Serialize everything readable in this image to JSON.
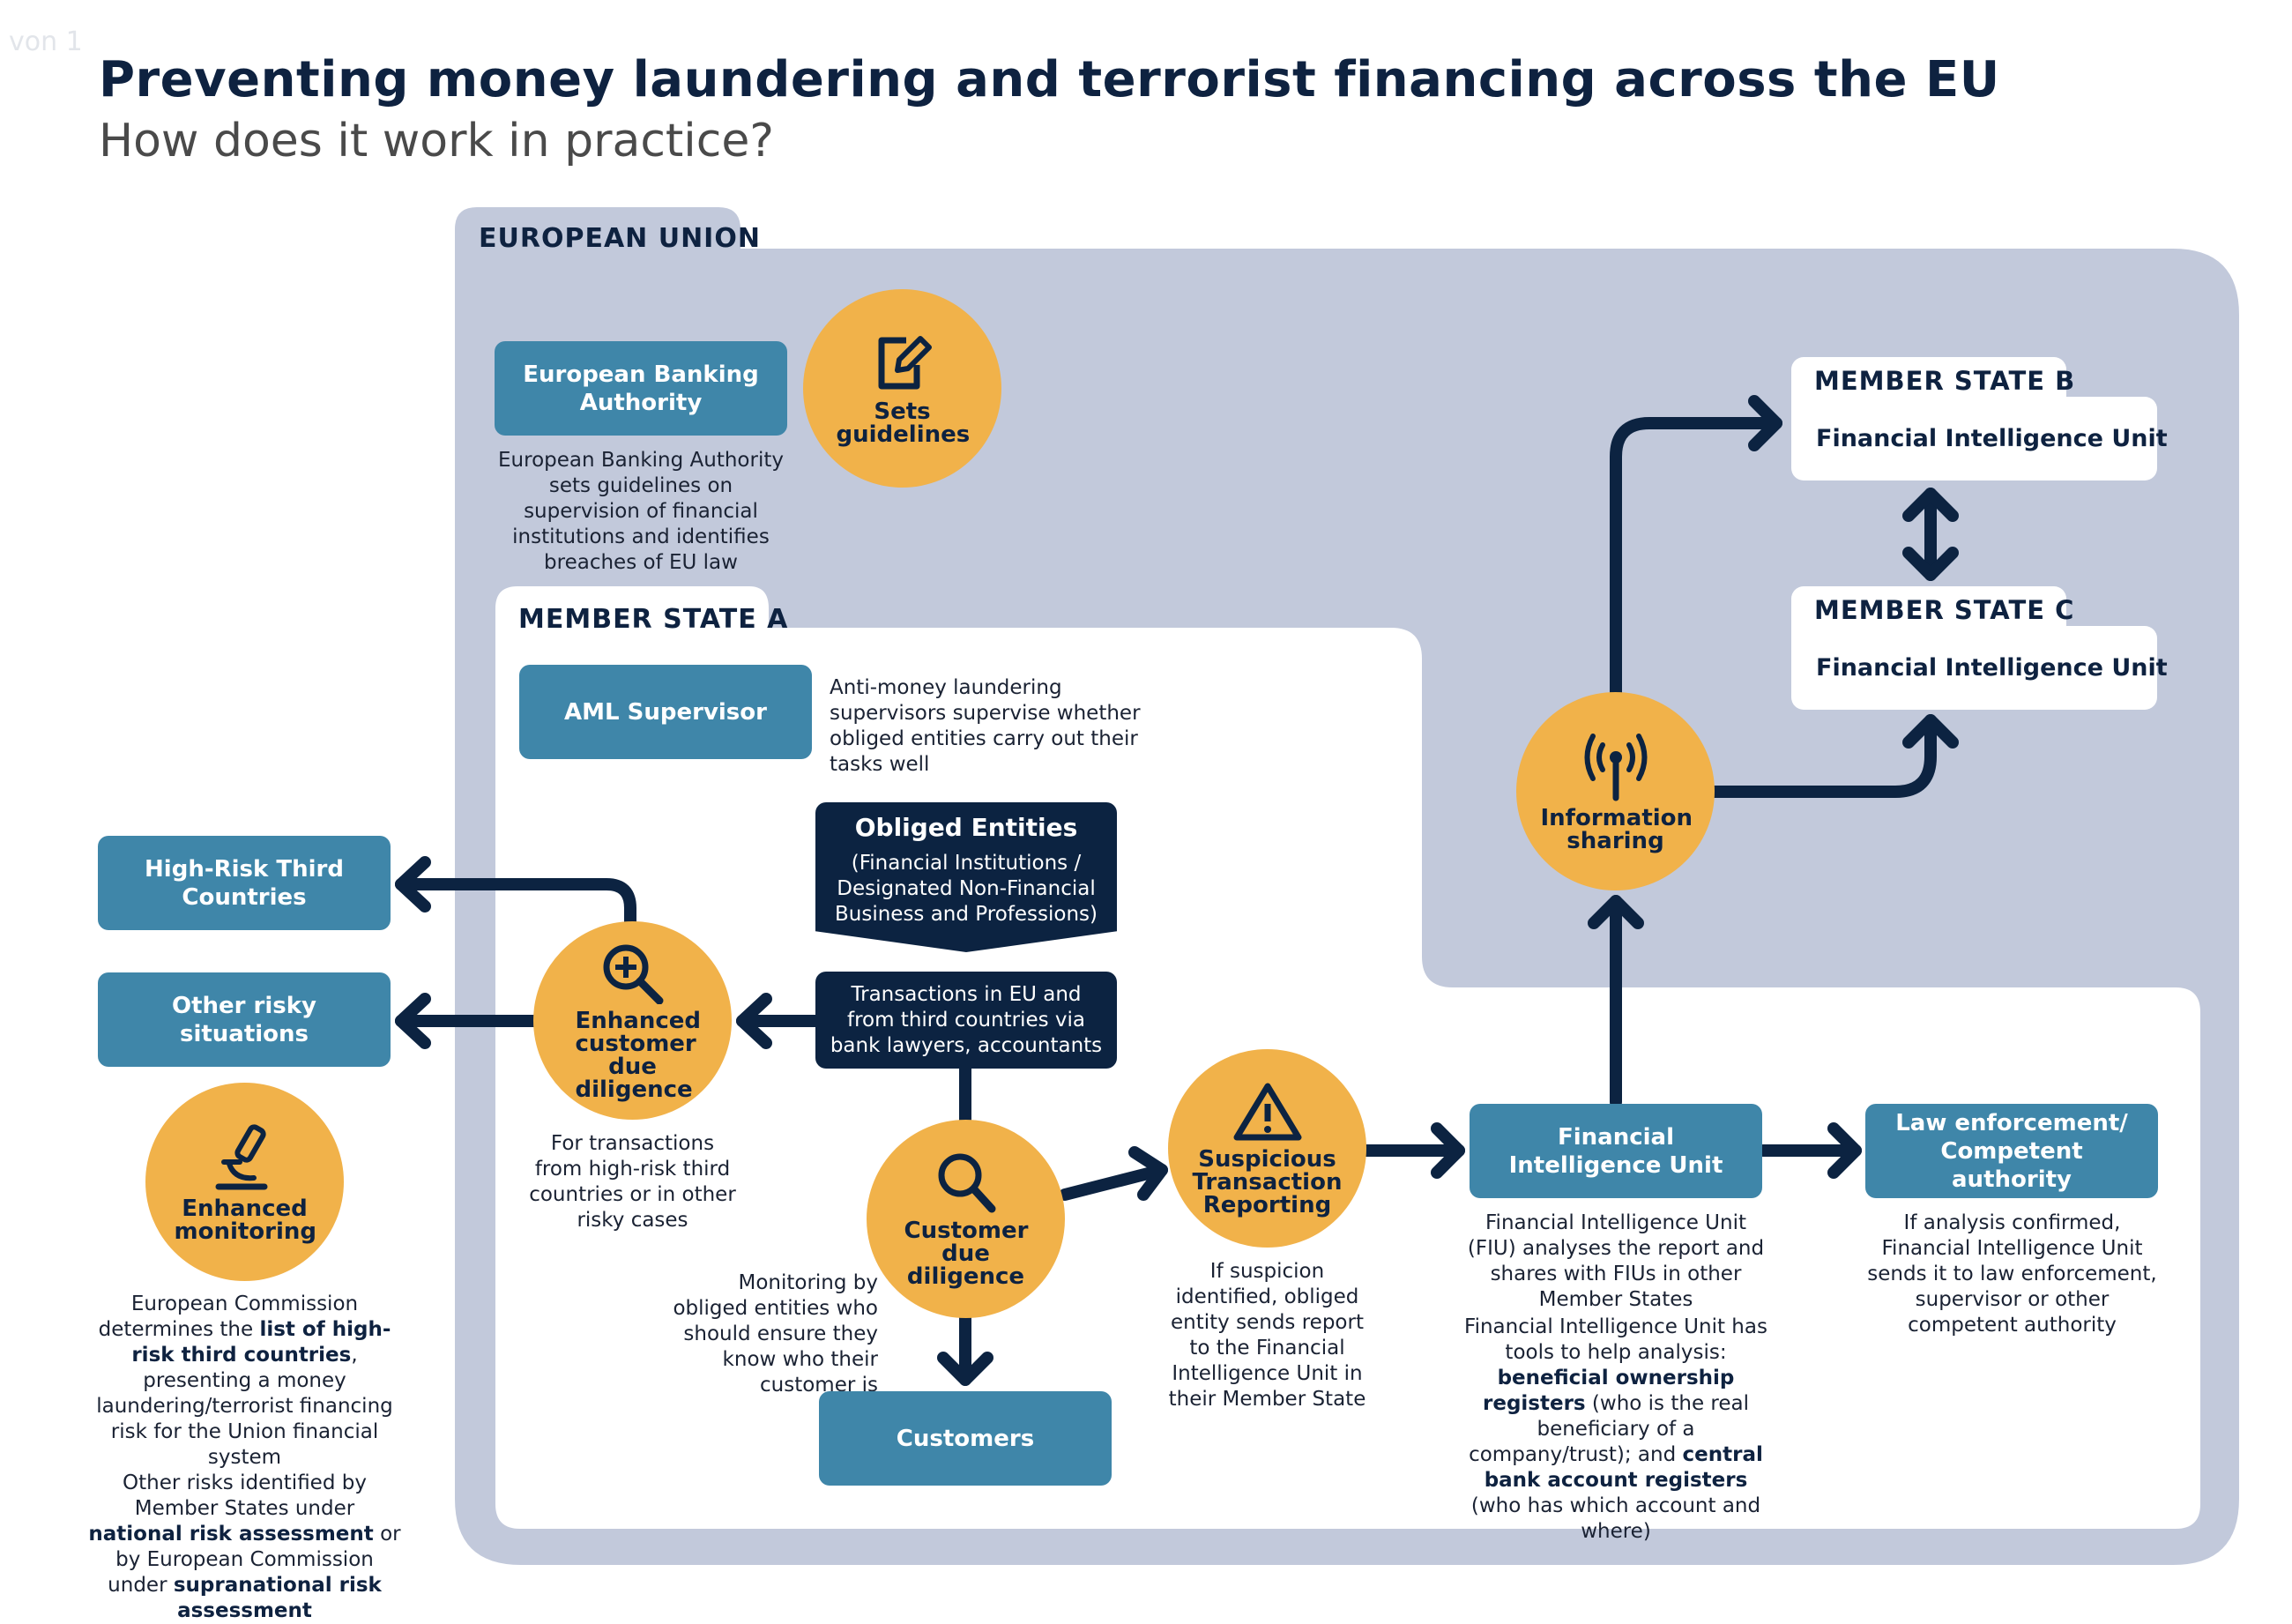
{
  "corner_text": "von 1",
  "title": "Preventing money laundering and terrorist financing across the EU",
  "subtitle": "How does it work in practice?",
  "eu": {
    "label": "EUROPEAN UNION",
    "eba_box": "European Banking Authority",
    "eba_circle": "Sets guidelines",
    "eba_desc": "European Banking Authority sets guidelines on supervision of financial institutions and identifies breaches of EU law"
  },
  "member_state_a": {
    "label": "MEMBER STATE A",
    "aml_box": "AML Supervisor",
    "aml_desc": "Anti-money laundering supervisors supervise whether obliged entities carry out their tasks well",
    "obliged_title": "Obliged Entities",
    "obliged_sub": "(Financial Institutions / Designated Non-Financial Business and Professions)",
    "transactions": "Transactions in EU and from third countries via bank lawyers, accountants",
    "edd_circle": "Enhanced customer due diligence",
    "edd_desc": "For transactions from high-risk third countries or in other risky cases",
    "cdd_circle": "Customer due diligence",
    "cdd_desc": "Monitoring by obliged entities who should ensure they know who their customer is",
    "customers": "Customers",
    "str_circle": "Suspicious Transaction Reporting",
    "str_desc": "If suspicion identified, obliged entity sends report to the Financial Intelligence Unit in their Member State",
    "fiu_box": "Financial  Intelligence Unit",
    "fiu_desc1": "Financial Intelligence Unit (FIU) analyses the report and shares with FIUs in other Member States",
    "fiu_desc2": "Financial Intelligence Unit has tools to help analysis:",
    "fiu_desc2_b1": "beneficial ownership registers",
    "fiu_desc2_t1": "(who is the real beneficiary of a company/trust); and",
    "fiu_desc2_b2": "central bank account registers",
    "fiu_desc2_t2": "(who has which account and where)",
    "law_box": "Law enforcement/ Competent authority",
    "law_desc": "If analysis confirmed, Financial Intelligence Unit sends it to law enforcement, supervisor or other competent authority"
  },
  "info_sharing": "Information sharing",
  "member_state_b": {
    "label": "MEMBER STATE B",
    "unit": "Financial  Intelligence Unit"
  },
  "member_state_c": {
    "label": "MEMBER STATE C",
    "unit": "Financial  Intelligence Unit"
  },
  "outside": {
    "high_risk": "High-Risk Third Countries",
    "other_risky": "Other risky situations",
    "monitoring_circle": "Enhanced monitoring",
    "desc_p1_a": "European Commission determines the",
    "desc_p1_b": "list of high-risk third countries",
    "desc_p1_c": ", presenting a money laundering/terrorist financing risk for the Union financial system",
    "desc_p2_a": "Other risks identified by Member States under",
    "desc_p2_b": "national risk assessment",
    "desc_p2_c": "or by European Commission under",
    "desc_p2_d": "supranational risk assessment"
  },
  "colors": {
    "eu_bg": "#c2c9db",
    "teal": "#3f86a9",
    "navy": "#0c2341",
    "orange": "#f1b24a"
  }
}
